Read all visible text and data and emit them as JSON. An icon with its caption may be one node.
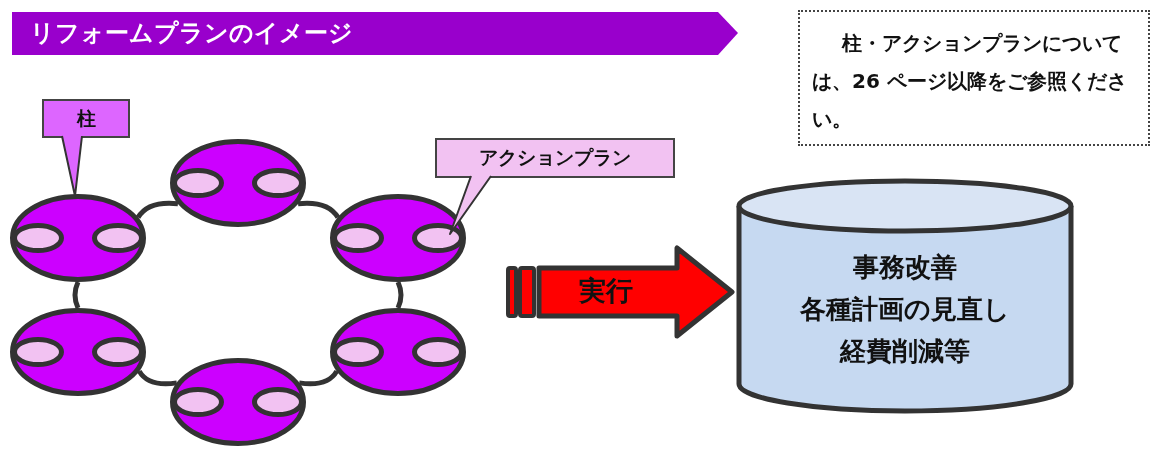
{
  "diagram": {
    "title": "リフォームプランのイメージ",
    "nodes": [
      {
        "text": [
          "柱・アクションプランについては、26 ページ以降をご参照ください。"
        ]
      },
      {
        "text": [
          "柱"
        ]
      },
      {
        "text": [
          "アクションプラン"
        ]
      },
      {
        "text": [],
        "shape": "ellipse"
      },
      {
        "text": [],
        "shape": "ellipse",
        "in": 3
      },
      {
        "text": [],
        "shape": "ellipse",
        "in": 3
      },
      {
        "text": [],
        "shape": "ellipse"
      },
      {
        "text": [],
        "shape": "ellipse",
        "in": 6
      },
      {
        "text": [],
        "shape": "ellipse",
        "in": 6
      },
      {
        "text": [],
        "shape": "ellipse"
      },
      {
        "text": [],
        "shape": "ellipse",
        "in": 9
      },
      {
        "text": [],
        "shape": "ellipse",
        "in": 9
      },
      {
        "text": [],
        "shape": "ellipse"
      },
      {
        "text": [],
        "shape": "ellipse",
        "in": 12
      },
      {
        "text": [],
        "shape": "ellipse",
        "in": 12
      },
      {
        "text": [],
        "shape": "ellipse"
      },
      {
        "text": [],
        "shape": "ellipse",
        "in": 15
      },
      {
        "text": [],
        "shape": "ellipse",
        "in": 15
      },
      {
        "text": [],
        "shape": "ellipse"
      },
      {
        "text": [],
        "shape": "ellipse",
        "in": 18
      },
      {
        "text": [],
        "shape": "ellipse",
        "in": 18
      },
      {
        "text": [
          "事務改善",
          "各種計画の見直し",
          "経費削減等"
        ]
      }
    ],
    "edges": [
      {
        "from": 3,
        "to": 6,
        "arrow": "none"
      },
      {
        "from": 3,
        "to": 9,
        "arrow": "none"
      },
      {
        "from": 6,
        "to": 12,
        "arrow": "none"
      },
      {
        "from": 9,
        "to": 15,
        "arrow": "none"
      },
      {
        "from": 12,
        "to": 18,
        "arrow": "none"
      },
      {
        "from": 15,
        "to": 18,
        "arrow": "none"
      },
      {
        "from": 1,
        "to": 6,
        "arrow": "none"
      },
      {
        "from": 2,
        "to": 11,
        "arrow": "none"
      },
      {
        "from": null,
        "to": 21,
        "arrow": "to",
        "label": "実行",
        "style": "thick",
        "color": "#ff0000"
      }
    ]
  }
}
